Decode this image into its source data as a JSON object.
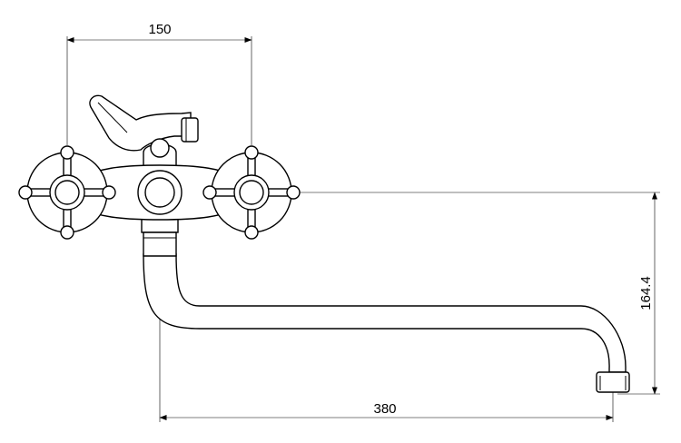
{
  "dimensions": {
    "handle_spacing": "150",
    "spout_length": "380",
    "spout_height": "164.4"
  }
}
